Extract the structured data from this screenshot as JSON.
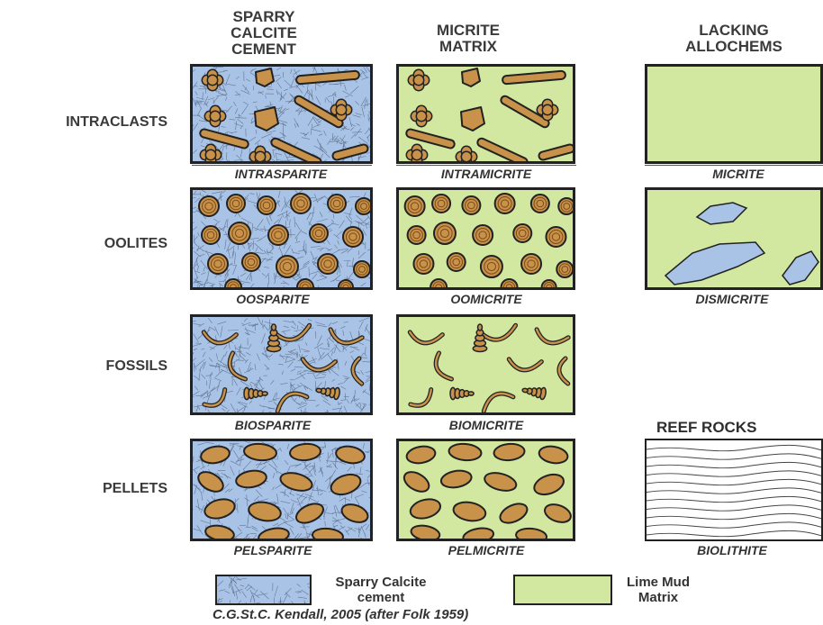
{
  "columns": {
    "sparry": {
      "line1": "SPARRY",
      "line2": "CALCITE",
      "line3": "CEMENT"
    },
    "micrite": {
      "line1": "MICRITE",
      "line2": "MATRIX"
    },
    "lacking": {
      "line1": "LACKING",
      "line2": "ALLOCHEMS"
    }
  },
  "rows": {
    "intraclasts": "INTRACLASTS",
    "oolites": "OOLITES",
    "fossils": "FOSSILS",
    "pellets": "PELLETS"
  },
  "captions": {
    "intrasparite": "INTRASPARITE",
    "intramicrite": "INTRAMICRITE",
    "micrite": "MICRITE",
    "oosparite": "OOSPARITE",
    "oomicrite": "OOMICRITE",
    "dismicrite": "DISMICRITE",
    "biosparite": "BIOSPARITE",
    "biomicrite": "BIOMICRITE",
    "pelsparite": "PELSPARITE",
    "pelmicrite": "PELMICRITE",
    "biolithite": "BIOLITHITE"
  },
  "reef_rocks": "REEF ROCKS",
  "legend": {
    "sparry": {
      "line1": "Sparry Calcite",
      "line2": "cement"
    },
    "mud": {
      "line1": "Lime Mud",
      "line2": "Matrix"
    }
  },
  "credit": "C.G.St.C. Kendall, 2005 (after Folk 1959)",
  "colors": {
    "spar": "#a9c3e6",
    "mud": "#d2e8a0",
    "grain": "#c8924a",
    "grain_dark": "#7a4a16",
    "outline": "#222222"
  }
}
